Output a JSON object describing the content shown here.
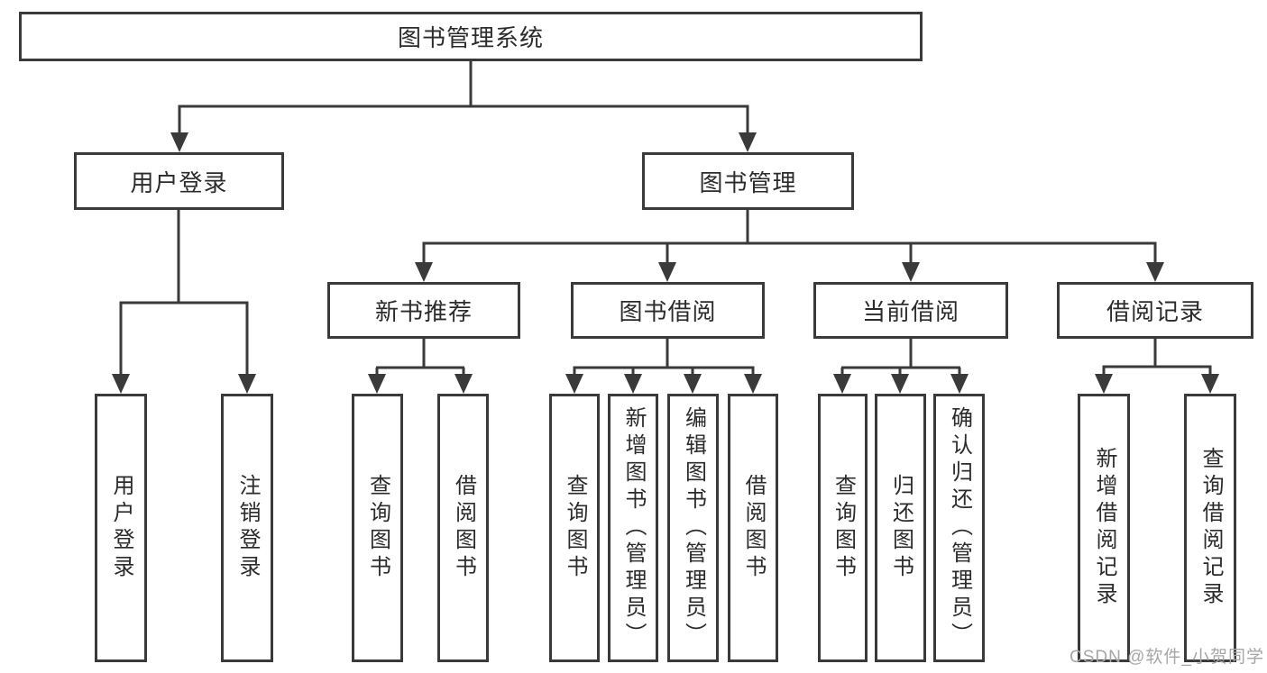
{
  "diagram_title": "图书管理系统",
  "nodes": {
    "root": "图书管理系统",
    "user_login": "用户登录",
    "book_management": "图书管理",
    "new_book_recommendation": "新书推荐",
    "book_borrowing": "图书借阅",
    "current_borrowing": "当前借阅",
    "borrowing_records": "借阅记录",
    "leaf_user_login": "用户登录",
    "leaf_logout": "注销登录",
    "leaf_query_books_1": "查询图书",
    "leaf_borrow_books_1": "借阅图书",
    "leaf_query_books_2": "查询图书",
    "leaf_add_book_admin": "新增图书（管理员）",
    "leaf_edit_book_admin": "编辑图书（管理员）",
    "leaf_borrow_books_2": "借阅图书",
    "leaf_query_books_3": "查询图书",
    "leaf_return_books": "归还图书",
    "leaf_confirm_return_admin": "确认归还（管理员）",
    "leaf_add_borrow_record": "新增借阅记录",
    "leaf_query_borrow_record": "查询借阅记录"
  },
  "hierarchy": {
    "root": [
      "user_login",
      "book_management"
    ],
    "user_login": [
      "leaf_user_login",
      "leaf_logout"
    ],
    "book_management": [
      "new_book_recommendation",
      "book_borrowing",
      "current_borrowing",
      "borrowing_records"
    ],
    "new_book_recommendation": [
      "leaf_query_books_1",
      "leaf_borrow_books_1"
    ],
    "book_borrowing": [
      "leaf_query_books_2",
      "leaf_add_book_admin",
      "leaf_edit_book_admin",
      "leaf_borrow_books_2"
    ],
    "current_borrowing": [
      "leaf_query_books_3",
      "leaf_return_books",
      "leaf_confirm_return_admin"
    ],
    "borrowing_records": [
      "leaf_add_borrow_record",
      "leaf_query_borrow_record"
    ]
  },
  "watermark": {
    "text": "CSDN @软件_小贺同学"
  },
  "colors": {
    "line": "#3a3a3a",
    "text": "#2b2b2b",
    "background": "#ffffff",
    "watermark": "#a6a6a6"
  }
}
